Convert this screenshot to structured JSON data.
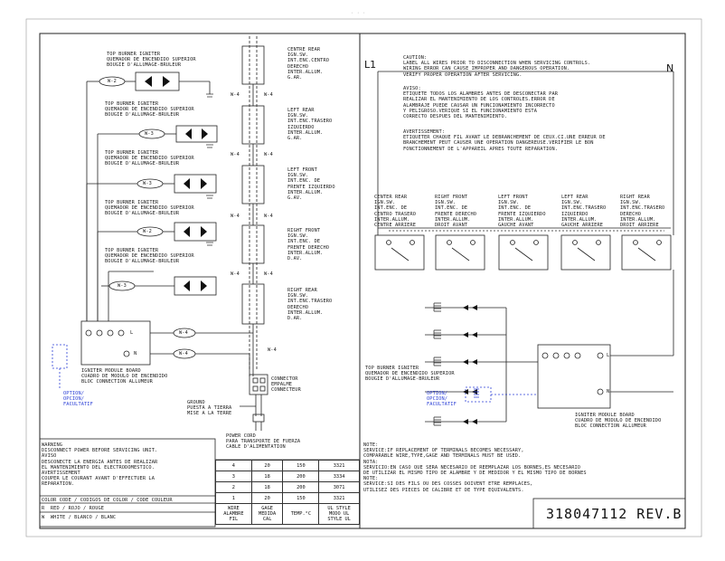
{
  "title_hint": "· · ·",
  "left_panel": {
    "igniters": [
      {
        "en": "TOP BURNER IGNITER",
        "es": "QUEMADOR DE ENCENDIDO SUPERIOR",
        "fr": "BOUGIE D'ALLUMAGE-BRULEUR",
        "wire": "W-2"
      },
      {
        "en": "TOP BURNER IGNITER",
        "es": "QUEMADOR DE ENCENDIDO SUPERIOR",
        "fr": "BOUGIE D'ALLUMAGE-BRULEUR",
        "wire": "W-3"
      },
      {
        "en": "TOP BURNER IGNITER",
        "es": "QUEMADOR DE ENCENDIDO SUPERIOR",
        "fr": "BOUGIE D'ALLUMAGE-BRULEUR",
        "wire": "W-3"
      },
      {
        "en": "TOP BURNER IGNITER",
        "es": "QUEMADOR DE ENCENDIDO SUPERIOR",
        "fr": "BOUGIE D'ALLUMAGE-BRULEUR",
        "wire": "W-2"
      },
      {
        "en": "TOP BURNER IGNITER",
        "es": "QUEMADOR DE ENCENDIDO SUPERIOR",
        "fr": "BOUGIE D'ALLUMAGE-BRULEUR",
        "wire": "W-3"
      }
    ],
    "switches": [
      "CENTRE REAR\nIGN.SW.\nINT.ENC.CENTRO\nDERECHO\nINTER.ALLUM.\nG.AR.",
      "LEFT REAR\nIGN.SW.\nINT.ENC.TRASERO\nIZQUIERDO\nINTER.ALLUM.\nG.AR.",
      "LEFT FRONT\nIGN.SW.\nINT.ENC. DE\nFRENTE IZQUIERDO\nINTER.ALLUM.\nG.AV.",
      "RIGHT FRONT\nIGN.SW.\nINT.ENC. DE\nFRENTE DERECHO\nINTER.ALLUM.\nD.AV.",
      "RIGHT REAR\nIGN.SW.\nINT.ENC.TRASERO\nDERECHO\nINTER.ALLUM.\nD.AR."
    ],
    "w4": "W-4",
    "module": "IGNITER MODULE BOARD\nCUADRO DE MODULO DE ENCENDIDO\nBLOC CONNECTION ALLUMEUR",
    "module_L": "L",
    "module_N": "N",
    "option": "OPTION/\nOPCION/\nFACULTATIF",
    "ground": "GROUND\nPUESTA A TIERRA\nMISE A LA TERRE",
    "connector": "CONNECTOR\nEMPALME\nCONNECTEUR",
    "power_cord": "POWER CORD\nPARA TRANSPORTE DE FUERZA\nCABLE D'ALIMENTATION"
  },
  "warning": {
    "lines": "WARNING\nDISCONNECT POWER BEFORE SERVICING UNIT.\nAVISO\nDESCONECTE LA ENERGIA ANTES DE REALIZAR\nEL MANTENIMIENTO DEL ELECTRODOMESTICO.\nAVERTISSEMENT\nCOUPER LE COURANT AVANT D'EFFECTUER LA\nREPARATION."
  },
  "color_code": {
    "header": "COLOR CODE / CODIGOS DE COLOR / CODE COULEUR",
    "rows": [
      "R  RED / ROJO / ROUGE",
      "W  WHITE / BLANCO / BLANC"
    ]
  },
  "spec_table": {
    "rows": [
      [
        "4",
        "20",
        "150",
        "3321"
      ],
      [
        "3",
        "18",
        "200",
        "3334"
      ],
      [
        "2",
        "18",
        "200",
        "3071"
      ],
      [
        "1",
        "20",
        "150",
        "3321"
      ]
    ],
    "header": [
      "WIRE\nALAMBRE\nFIL",
      "GAGE\nMEDIDA\nCAL",
      "TEMP.°C",
      "UL STYLE\nMODO UL\nSTYLE UL"
    ]
  },
  "right_panel": {
    "L1": "L1",
    "N": "N",
    "caution": "CAUTION:\nLABEL ALL WIRES PRIOR TO DISCONNECTION WHEN SERVICING CONTROLS.\nWIRING ERROR CAN CAUSE IMPROPER AND DANGEROUS OPERATION.\nVERIFY PROPER OPERATION AFTER SERVICING.",
    "aviso": "AVISO:\nETIQUETE TODOS LOS ALAMBRES ANTES DE DESCONECTAR PAR\nREALIZAR EL MANTENIMIENTO DE LOS CONTROLES.ERROR DE\nALAMBRAJE PUEDE CAUSAR UN FUNCIONAMIENTO INCORRECTO\nY PELIGROSO.VERIQUE SI EL FUNCIONAMIENTO ESTA\nCORRECTO DESPUES DEL MANTENIMIENTO.",
    "avert": "AVERTISSEMENT:\nETIQUETER CHAQUE FIL AVANT LE DEBRANCHEMENT DE CEUX.CI.UNE ERREUR DE\nBRANCHEMENT PEUT CAUSER UNE OPERATION DANGEREUSE.VERIFIER LE BON\nFONCTIONNEMENT DE L'APPAREIL APRES TOUTE REPARATION.",
    "switches": [
      "CENTER REAR\nIGN.SW.\nINT.ENC. DE\nCENTRO TRASERO\nINTER.ALLUM.\nCENTRE ARRIERE",
      "RIGHT FRONT\nIGN.SW.\nINT.ENC. DE\nFRENTE DERECHO\nINTER.ALLUM.\nDROIT AVANT",
      "LEFT FRONT\nIGN.SW.\nINT.ENC. DE\nFRENTE IZQUIERDO\nINTER.ALLUM.\nGAUCHE AVANT",
      "LEFT REAR\nIGN.SW.\nINT.ENC.TRASERO\nIZQUIERDO\nINTER.ALLUM.\nGAUCHE ARRIERE",
      "RIGHT REAR\nIGN.SW.\nINT.ENC.TRASERO\nDERECHO\nINTER.ALLUM.\nDROIT ARRIERE"
    ],
    "igniter": "TOP BURNER IGNITER\nQUEMADOR DE ENCENDIDO SUPERIOR\nBOUGIE D'ALLUMAGE-BRULEUR",
    "option": "OPTION/\nOPCION/\nFACULTATIF",
    "module": "IGNITER MODULE BOARD\nCUADRO DE MODULO DE ENCENDIDO\nBLOC CONNECTION ALLUMEUR",
    "module_L": "L",
    "module_N": "N",
    "note": "NOTE:\nSERVICE:IF REPLACEMENT OF TERMINALS BECOMES NECESSARY,\nCOMPARABLE WIRE,TYPE,GAGE AND TERMINALS MUST BE USED.\nNOTA:\nSERVICIO:EN CASO QUE SERA NECESARIO DE REEMPLAZAR LOS BORNES,ES NECESARIO\nDE UTILIZAR EL MISMO TIPO DE ALAMBRE Y DE MEDIDOR Y EL MISMO TIPO DE BORNES\nNOTE:\nSERVICE:SI DES FILS OU DES COSSES DOIVENT ETRE REMPLACES,\nUTILISEZ DES PIECES DE CALIBRE ET DE TYPE EQUIVALENTS.",
    "part_number": "318047112 REV.B"
  }
}
